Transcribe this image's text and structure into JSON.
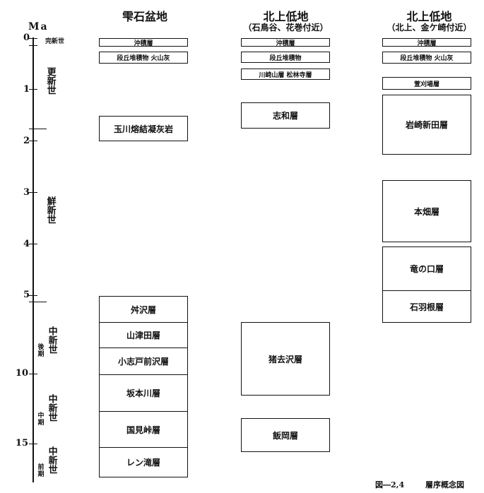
{
  "headers": [
    {
      "title": "雫石盆地",
      "subtitle": ""
    },
    {
      "title": "北上低地",
      "subtitle": "（石鳥谷、花巻付近）"
    },
    {
      "title": "北上低地",
      "subtitle": "（北上、金ケ崎付近）"
    }
  ],
  "axis": {
    "unit": "Ma",
    "tick_labels": [
      "0",
      "1",
      "2",
      "3",
      "4",
      "5",
      "10",
      "15"
    ]
  },
  "epochs": {
    "holocene": "完新世",
    "pleistocene": "更新世",
    "pliocene": "鮮新世",
    "miocene_late": "中新世",
    "late_sub": "後期",
    "miocene_middle": "中新世",
    "middle_sub": "中期",
    "miocene_early": "中新世",
    "early_sub": "前期"
  },
  "columns": {
    "shizukuishi": [
      "沖積層",
      "段丘堆積物 火山灰",
      "玉川熔結凝灰岩",
      "舛沢層",
      "山津田層",
      "小志戸前沢層",
      "坂本川層",
      "国見峠層",
      "レン滝層"
    ],
    "ishidoriya": [
      "沖積層",
      "段丘堆積物",
      "川崎山層 松林寺層",
      "志和層",
      "猪去沢層",
      "飯岡層"
    ],
    "kitakami": [
      "沖積層",
      "段丘堆積物 火山灰",
      "萱刈場層",
      "岩崎新田層",
      "本畑層",
      "竜の口層",
      "石羽根層"
    ]
  },
  "caption": {
    "figure_no": "図―2,4",
    "title": "層序概念図"
  }
}
